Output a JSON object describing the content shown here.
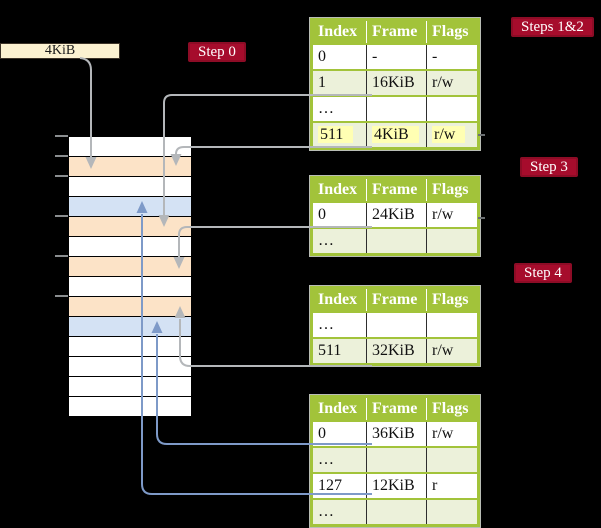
{
  "colors": {
    "header_green": "#a2c33a",
    "row_green": "#ecf1da",
    "peach": "#fce3c7",
    "blue": "#d4e2f4",
    "cream": "#fcf2d1",
    "red": "#a60c2c",
    "red_border": "#8d0c26",
    "arrow_gray": "#b4b7ba",
    "arrow_blue": "#7e9ac8",
    "highlight_yellow": "#ffffb3"
  },
  "frame_box": {
    "label": "4KiB"
  },
  "labels": {
    "step0": "Step 0",
    "steps12": "Steps 1&2",
    "step3": "Step 3",
    "step4": "Step 4"
  },
  "memory_strip": {
    "rows": [
      {
        "color": "white"
      },
      {
        "color": "peach"
      },
      {
        "color": "white"
      },
      {
        "color": "blue"
      },
      {
        "color": "peach"
      },
      {
        "color": "white"
      },
      {
        "color": "peach"
      },
      {
        "color": "white"
      },
      {
        "color": "peach"
      },
      {
        "color": "blue"
      },
      {
        "color": "white"
      },
      {
        "color": "white"
      },
      {
        "color": "white"
      },
      {
        "color": "white"
      }
    ]
  },
  "tables": [
    {
      "name": "page-table-steps-1-2",
      "columns": [
        "Index",
        "Frame",
        "Flags"
      ],
      "rows": [
        {
          "cells": [
            "0",
            "-",
            "-"
          ],
          "shaded": false,
          "highlight": false
        },
        {
          "cells": [
            "1",
            "16KiB",
            "r/w"
          ],
          "shaded": true,
          "highlight": false
        },
        {
          "cells": [
            "…",
            "",
            ""
          ],
          "shaded": false,
          "highlight": false
        },
        {
          "cells": [
            "511",
            "4KiB",
            "r/w"
          ],
          "shaded": true,
          "highlight": true
        }
      ]
    },
    {
      "name": "page-table-step-3",
      "columns": [
        "Index",
        "Frame",
        "Flags"
      ],
      "rows": [
        {
          "cells": [
            "0",
            "24KiB",
            "r/w"
          ],
          "shaded": false,
          "highlight": false
        },
        {
          "cells": [
            "…",
            "",
            ""
          ],
          "shaded": true,
          "highlight": false
        }
      ]
    },
    {
      "name": "page-table-step-4",
      "columns": [
        "Index",
        "Frame",
        "Flags"
      ],
      "rows": [
        {
          "cells": [
            "…",
            "",
            ""
          ],
          "shaded": false,
          "highlight": false
        },
        {
          "cells": [
            "511",
            "32KiB",
            "r/w"
          ],
          "shaded": true,
          "highlight": false
        }
      ]
    },
    {
      "name": "page-table-final",
      "columns": [
        "Index",
        "Frame",
        "Flags"
      ],
      "rows": [
        {
          "cells": [
            "0",
            "36KiB",
            "r/w"
          ],
          "shaded": false,
          "highlight": false
        },
        {
          "cells": [
            "…",
            "",
            ""
          ],
          "shaded": true,
          "highlight": false
        },
        {
          "cells": [
            "127",
            "12KiB",
            "r"
          ],
          "shaded": false,
          "highlight": false
        },
        {
          "cells": [
            "…",
            "",
            ""
          ],
          "shaded": true,
          "highlight": false
        }
      ]
    }
  ]
}
